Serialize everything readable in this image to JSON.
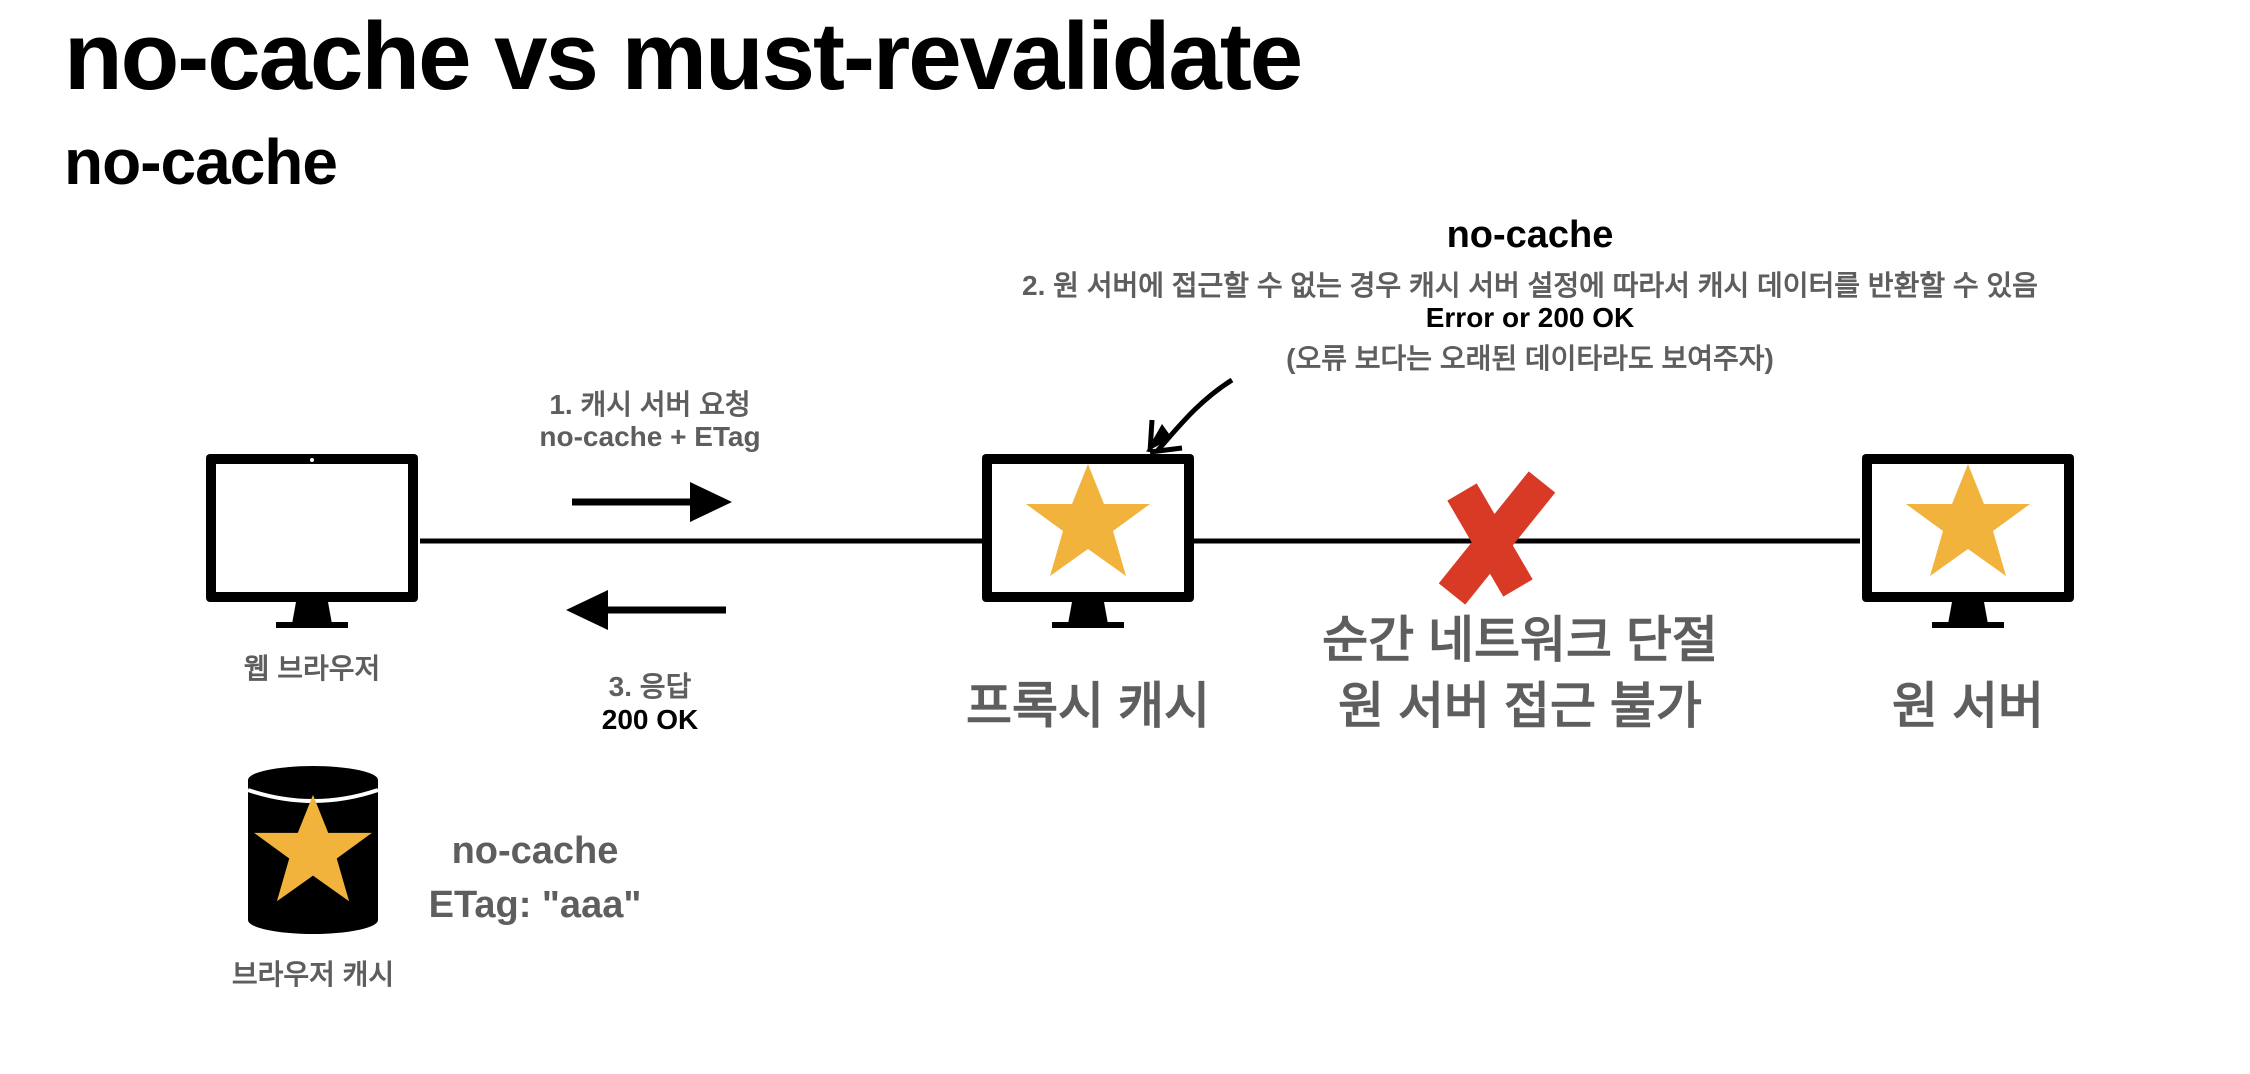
{
  "title": "no-cache vs must-revalidate",
  "subtitle": "no-cache",
  "note": {
    "heading": "no-cache",
    "line1": "2. 원 서버에 접근할 수 없는 경우 캐시 서버 설정에 따라서 캐시 데이터를 반환할 수 있음",
    "line2": "Error or 200 OK",
    "line3": "(오류 보다는 오래된 데이타라도 보여주자)"
  },
  "request": {
    "line1": "1. 캐시 서버 요청",
    "line2": "no-cache + ETag"
  },
  "response": {
    "line1": "3. 응답",
    "line2": "200 OK"
  },
  "nodes": {
    "browser": "웹 브라우저",
    "proxy": "프록시 캐시",
    "origin": "원 서버"
  },
  "failure": {
    "line1": "순간 네트워크 단절",
    "line2": "원 서버 접근 불가"
  },
  "browser_cache": {
    "label": "브라우저 캐시",
    "line1": "no-cache",
    "line2": "ETag: \"aaa\""
  },
  "colors": {
    "star": "#F2B33D",
    "cross": "#D93A26",
    "grey_text": "#5e5e5e"
  }
}
